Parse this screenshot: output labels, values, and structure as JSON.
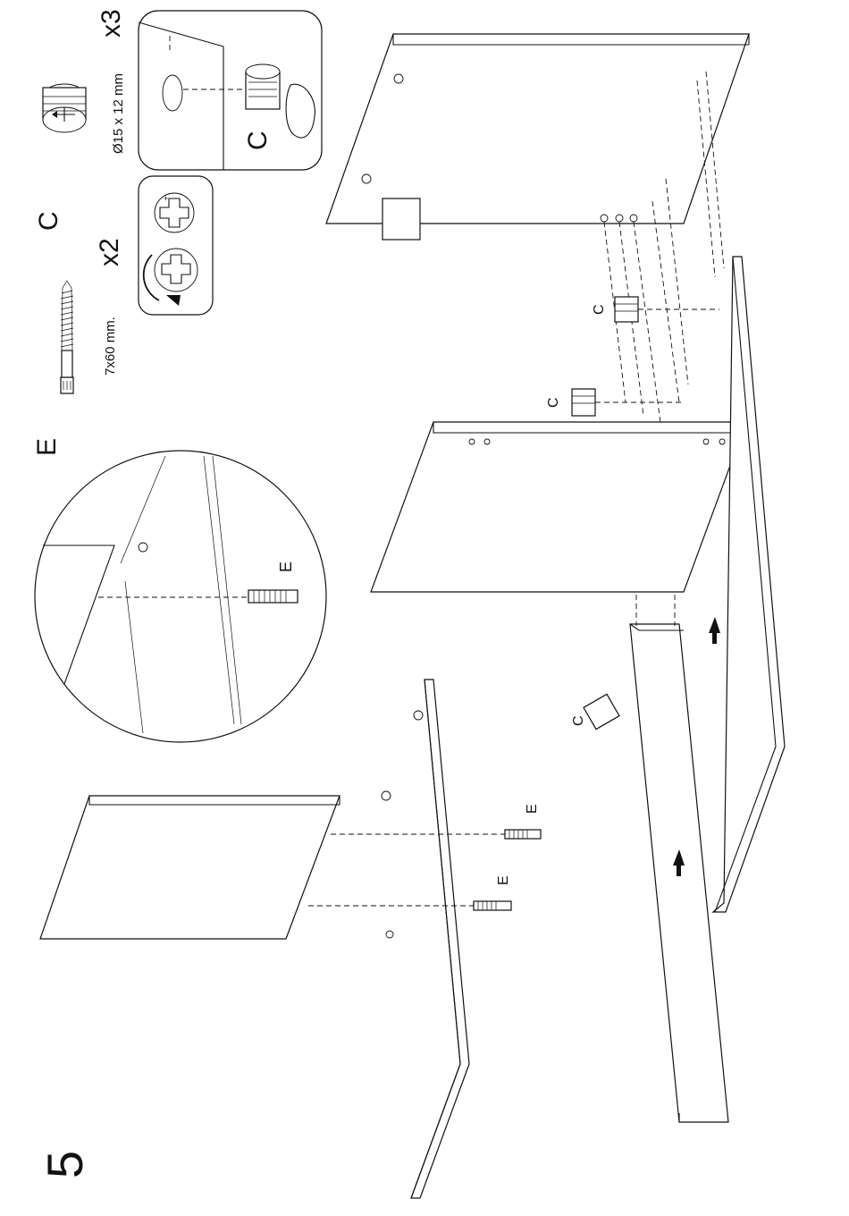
{
  "step": {
    "number": "5"
  },
  "parts": {
    "screw": {
      "letter": "E",
      "size": "7x60 mm.",
      "quantity": "x2",
      "icon": "confirmat-screw-icon"
    },
    "cam": {
      "letter": "C",
      "size": "Ø15 x 12 mm",
      "quantity": "x3",
      "icon": "cam-lock-icon"
    }
  },
  "detail_labels": {
    "cam_detail": "C",
    "screw_detail": "E"
  },
  "callouts": [
    {
      "id": "cam-1",
      "text": "C"
    },
    {
      "id": "cam-2",
      "text": "C"
    },
    {
      "id": "cam-3",
      "text": "C"
    },
    {
      "id": "screw-1",
      "text": "E"
    },
    {
      "id": "screw-2",
      "text": "E"
    }
  ],
  "colors": {
    "line": "#111111",
    "background": "#ffffff"
  }
}
